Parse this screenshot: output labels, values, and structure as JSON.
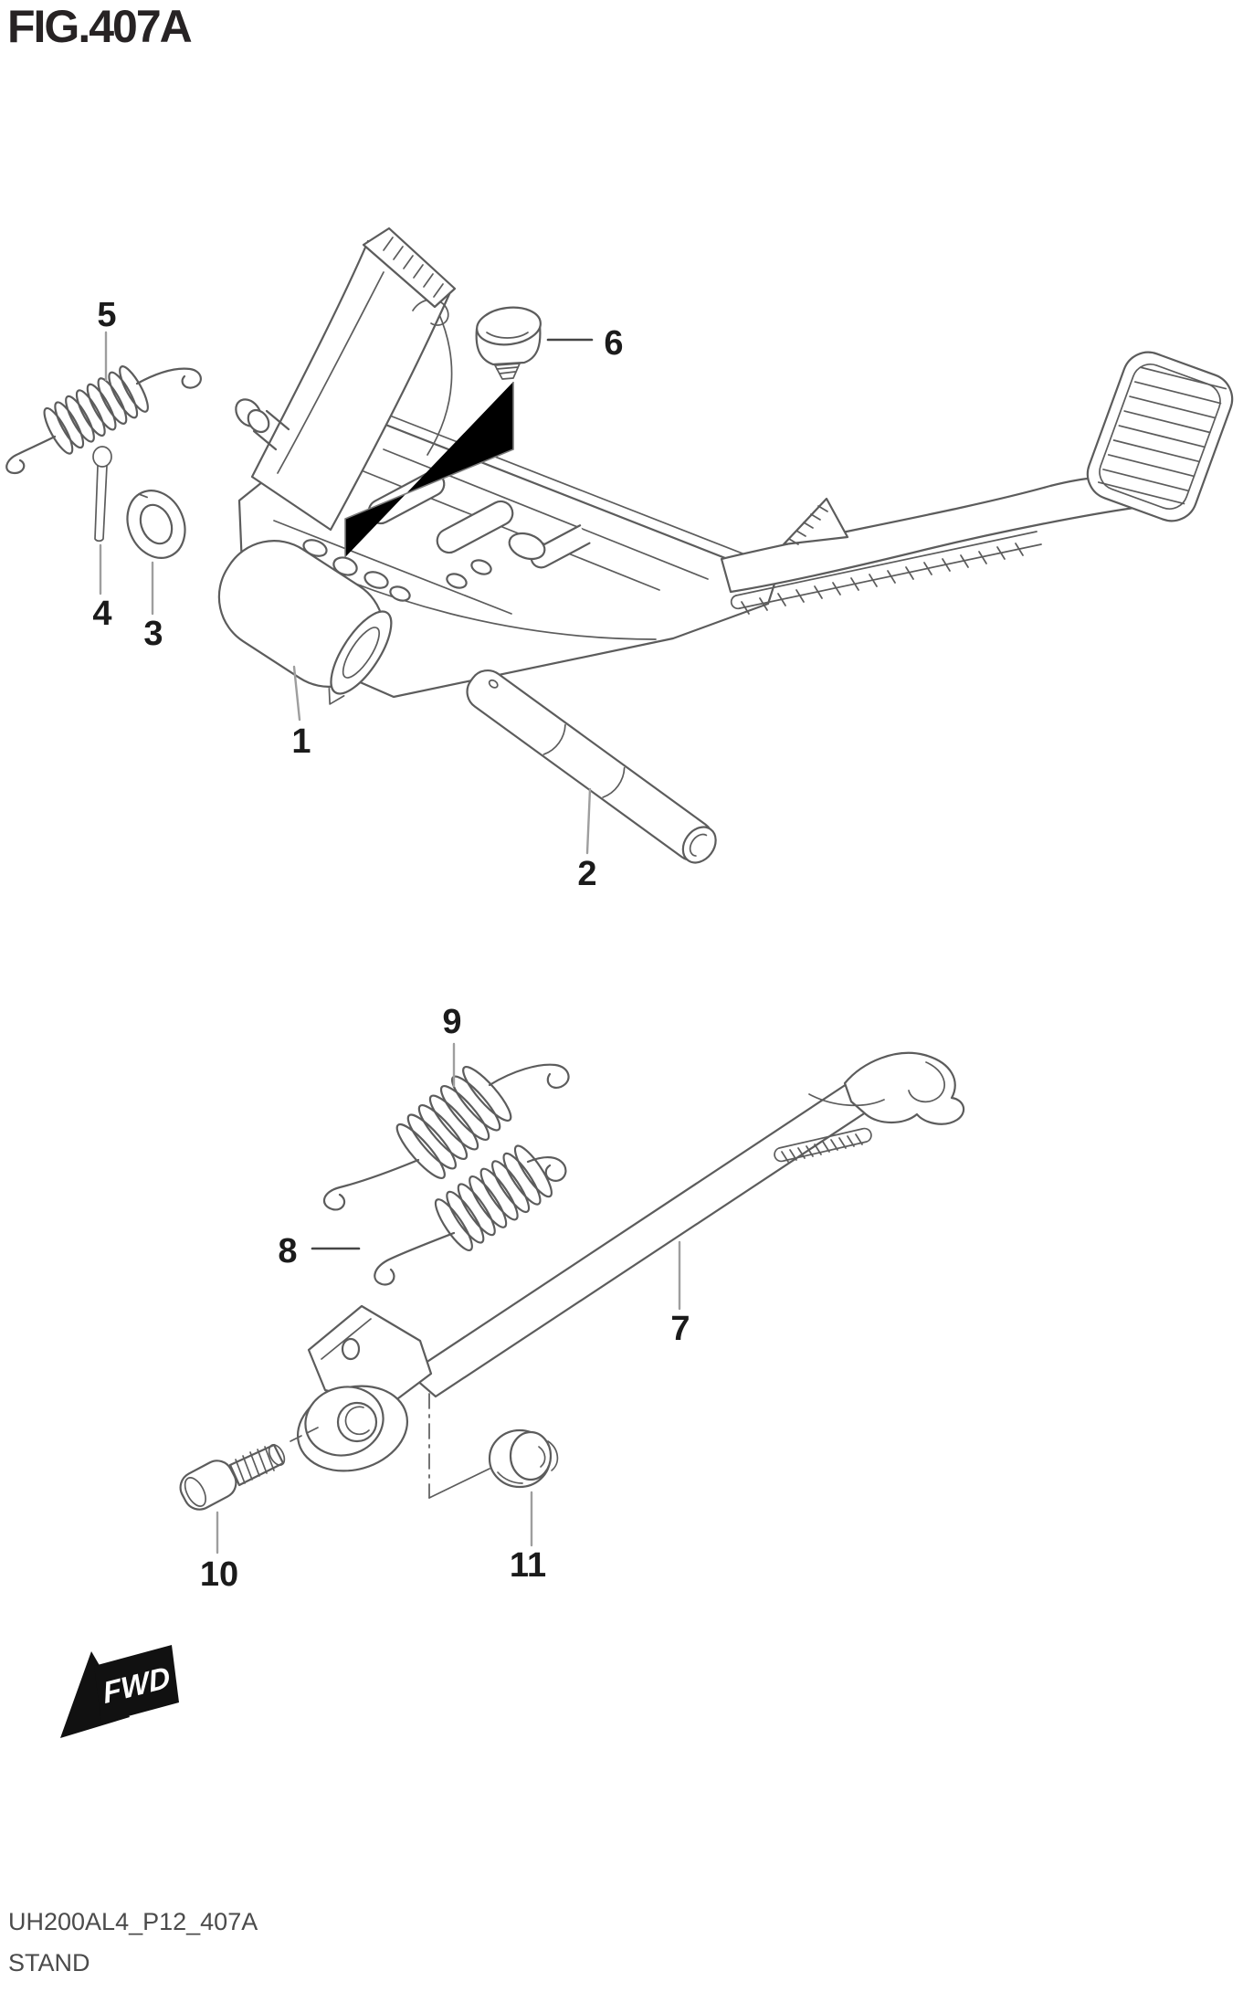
{
  "figure": {
    "title": "FIG.407A"
  },
  "footer": {
    "code": "UH200AL4_P12_407A",
    "caption": "STAND"
  },
  "direction_marker": {
    "label": "FWD"
  },
  "part_numbers": [
    "1",
    "2",
    "3",
    "4",
    "5",
    "6",
    "7",
    "8",
    "9",
    "10",
    "11"
  ],
  "colors": {
    "background": "#ffffff",
    "drawing_line": "#5c5c5c",
    "leader_line": "#9e9e9e",
    "leader_line_dark": "#454545",
    "label_text": "#1b1b1b",
    "title_text": "#272324",
    "footer_text": "#4b4b4b",
    "marker_fill": "#111111"
  }
}
